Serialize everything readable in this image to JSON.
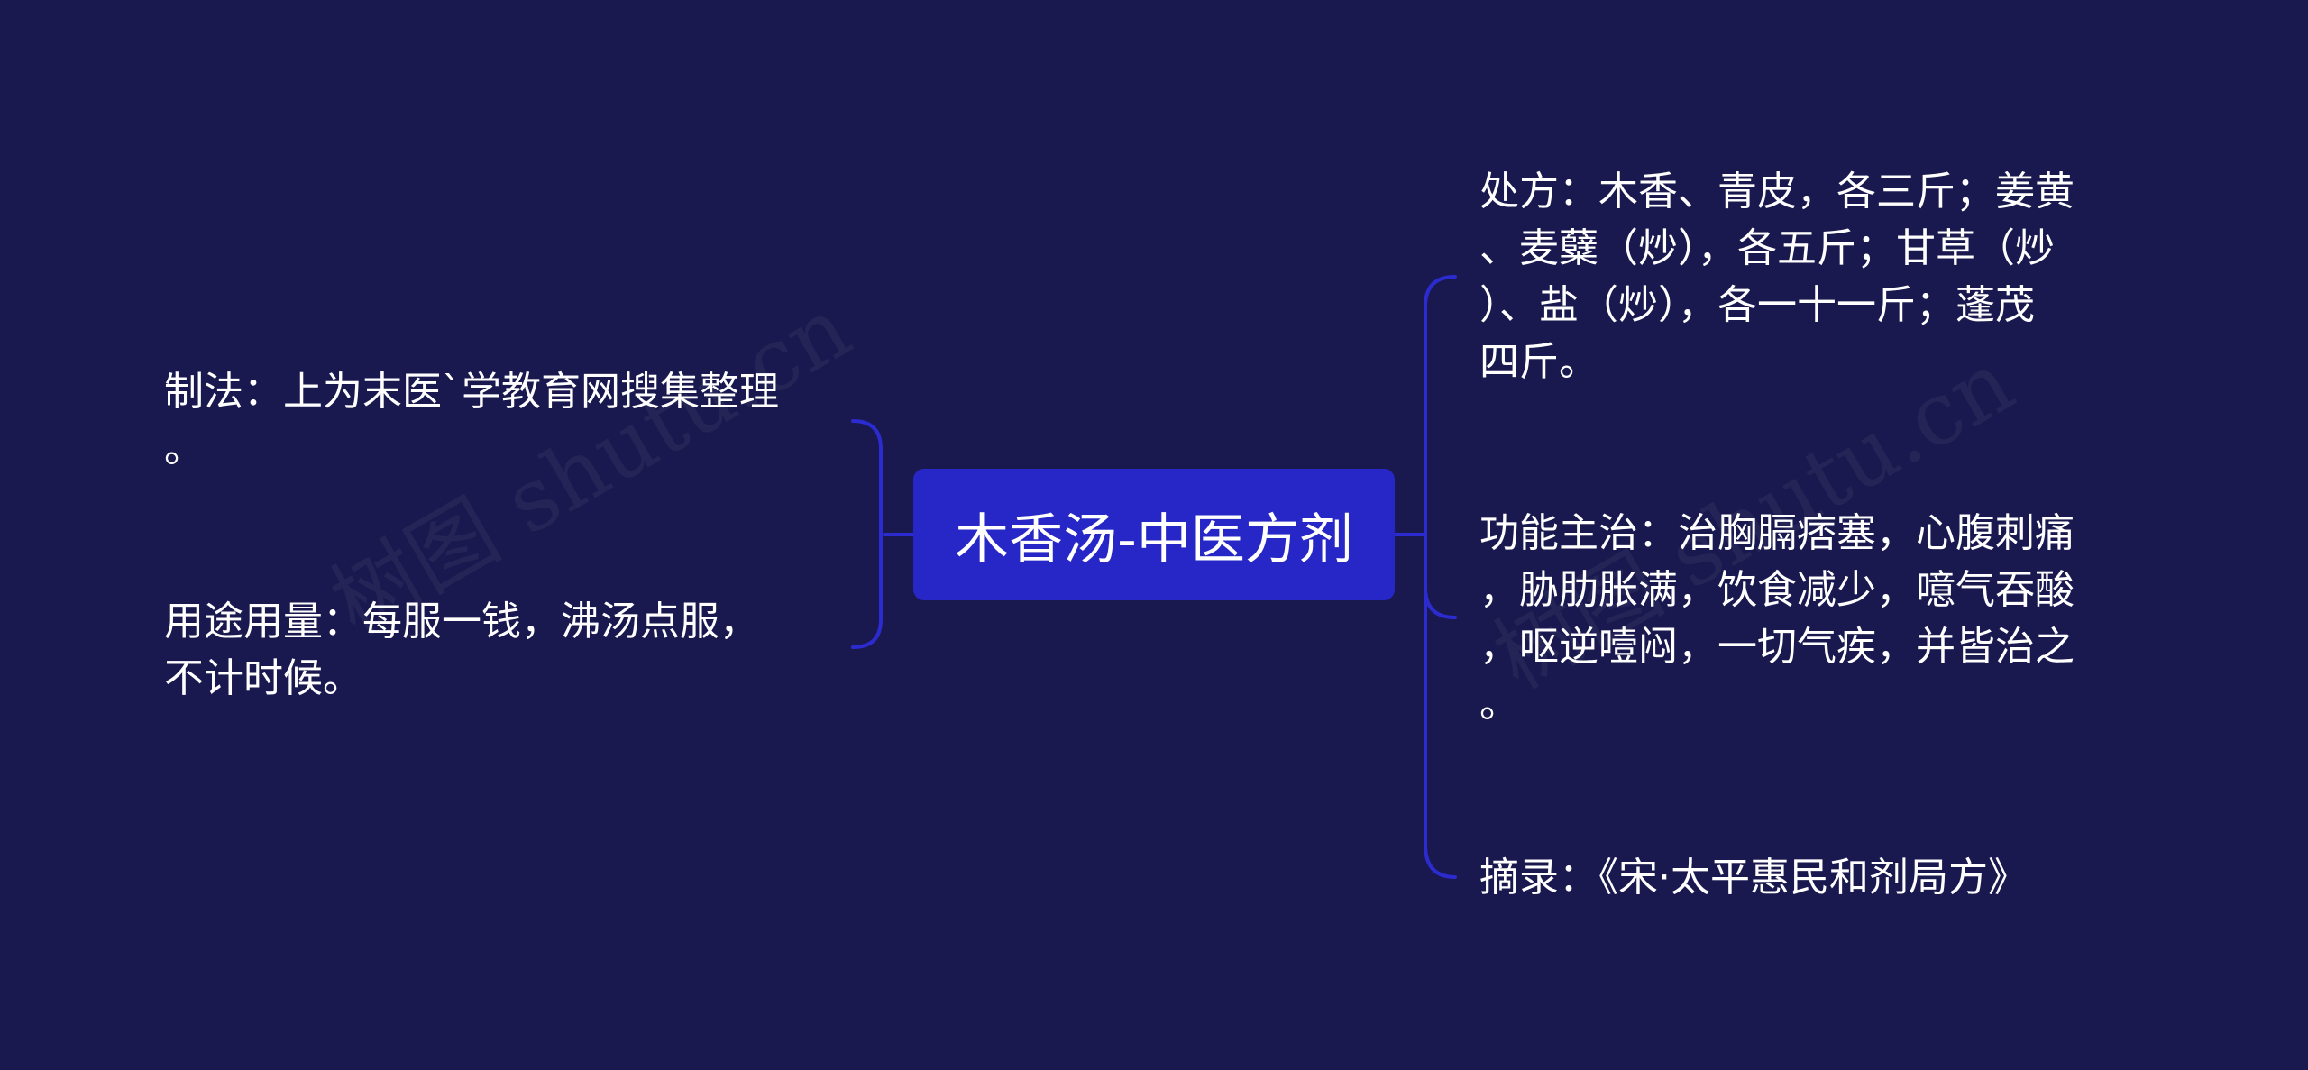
{
  "colors": {
    "background": "#19194f",
    "center_node": "#2727c7",
    "connector": "#2b2bd0",
    "text": "#ffffff"
  },
  "center": {
    "label": "木香汤-中医方剂"
  },
  "left_branches": [
    {
      "lines": [
        "制法：上为末医`学教育网搜集整理",
        "。"
      ]
    },
    {
      "lines": [
        "用途用量：每服一钱，沸汤点服，",
        "不计时候。"
      ]
    }
  ],
  "right_branches": [
    {
      "lines": [
        "处方：木香、青皮，各三斤；姜黄",
        "、麦糵（炒），各五斤；甘草（炒",
        "）、盐（炒），各一十一斤；蓬茂",
        "四斤。"
      ]
    },
    {
      "lines": [
        "功能主治：治胸膈痞塞，心腹刺痛",
        "，胁肋胀满，饮食减少，噫气吞酸",
        "，呕逆噎闷，一切气疾，并皆治之",
        "。"
      ]
    },
    {
      "lines": [
        "摘录：《宋·太平惠民和剂局方》"
      ]
    }
  ],
  "watermarks": [
    "树图 shutu.cn",
    "树图 shutu.cn"
  ]
}
